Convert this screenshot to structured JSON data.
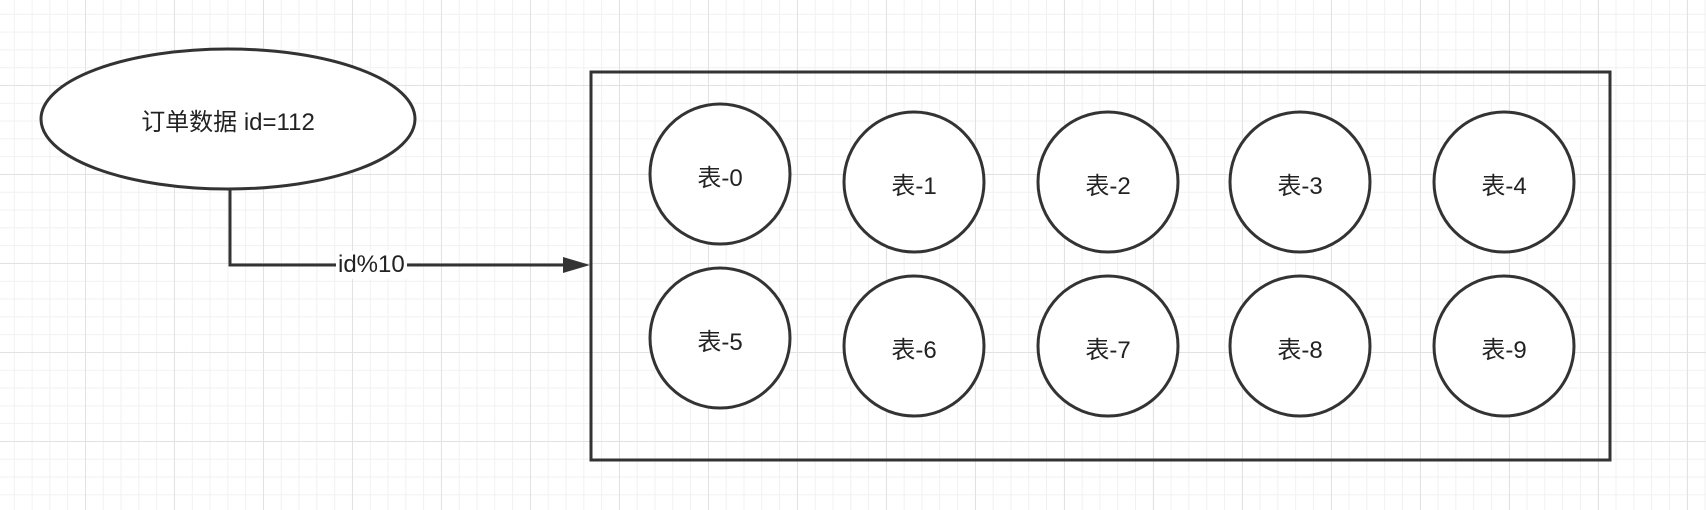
{
  "diagram": {
    "source": {
      "label": "订单数据 id=112"
    },
    "edge": {
      "label": "id%10"
    },
    "tables": [
      {
        "label": "表-0"
      },
      {
        "label": "表-1"
      },
      {
        "label": "表-2"
      },
      {
        "label": "表-3"
      },
      {
        "label": "表-4"
      },
      {
        "label": "表-5"
      },
      {
        "label": "表-6"
      },
      {
        "label": "表-7"
      },
      {
        "label": "表-8"
      },
      {
        "label": "表-9"
      }
    ]
  },
  "colors": {
    "stroke": "#333333",
    "grid_major": "#e2e2e2",
    "grid_minor": "#f1f1f1",
    "text": "#222222"
  }
}
